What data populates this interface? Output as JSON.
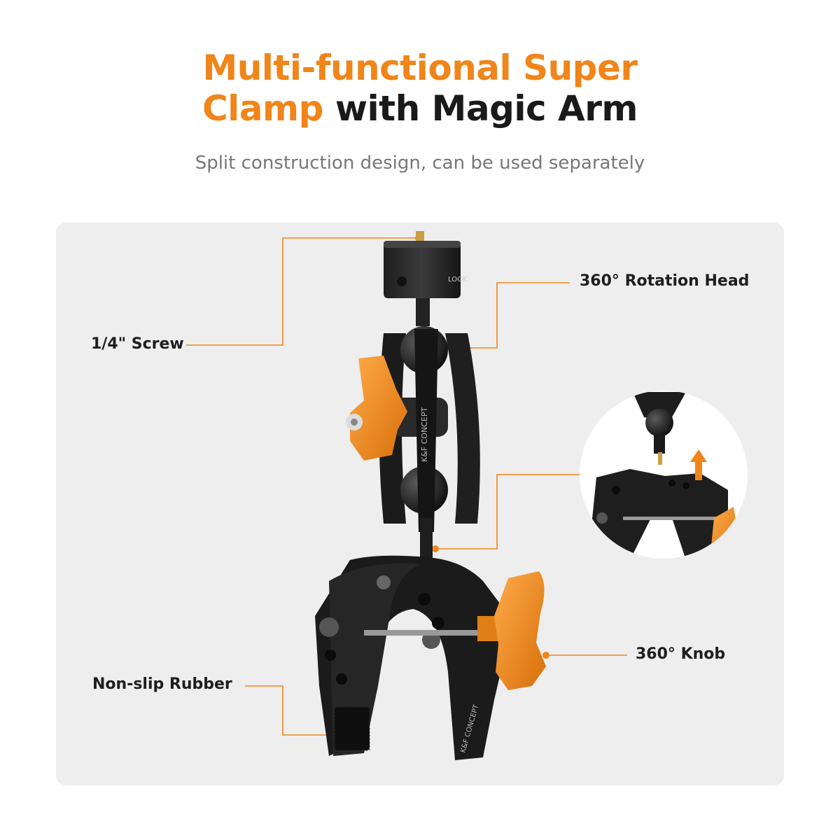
{
  "header": {
    "title_orange_1": "Multi-functional Super",
    "title_orange_2": "Clamp",
    "title_dark": " with Magic Arm",
    "subtitle": "Split construction design, can be used separately"
  },
  "callouts": {
    "screw": "1/4\" Screw",
    "rotation_head": "360° Rotation Head",
    "knob": "360° Knob",
    "rubber": "Non-slip Rubber"
  },
  "product_marks": {
    "lock": "LOCK",
    "brand_upper": "K&F CONCEPT",
    "brand_lower": "K&F CONCEPT"
  },
  "colors": {
    "accent": "#f08519",
    "dark": "#1a1a1a",
    "panel": "#eeeeee"
  }
}
